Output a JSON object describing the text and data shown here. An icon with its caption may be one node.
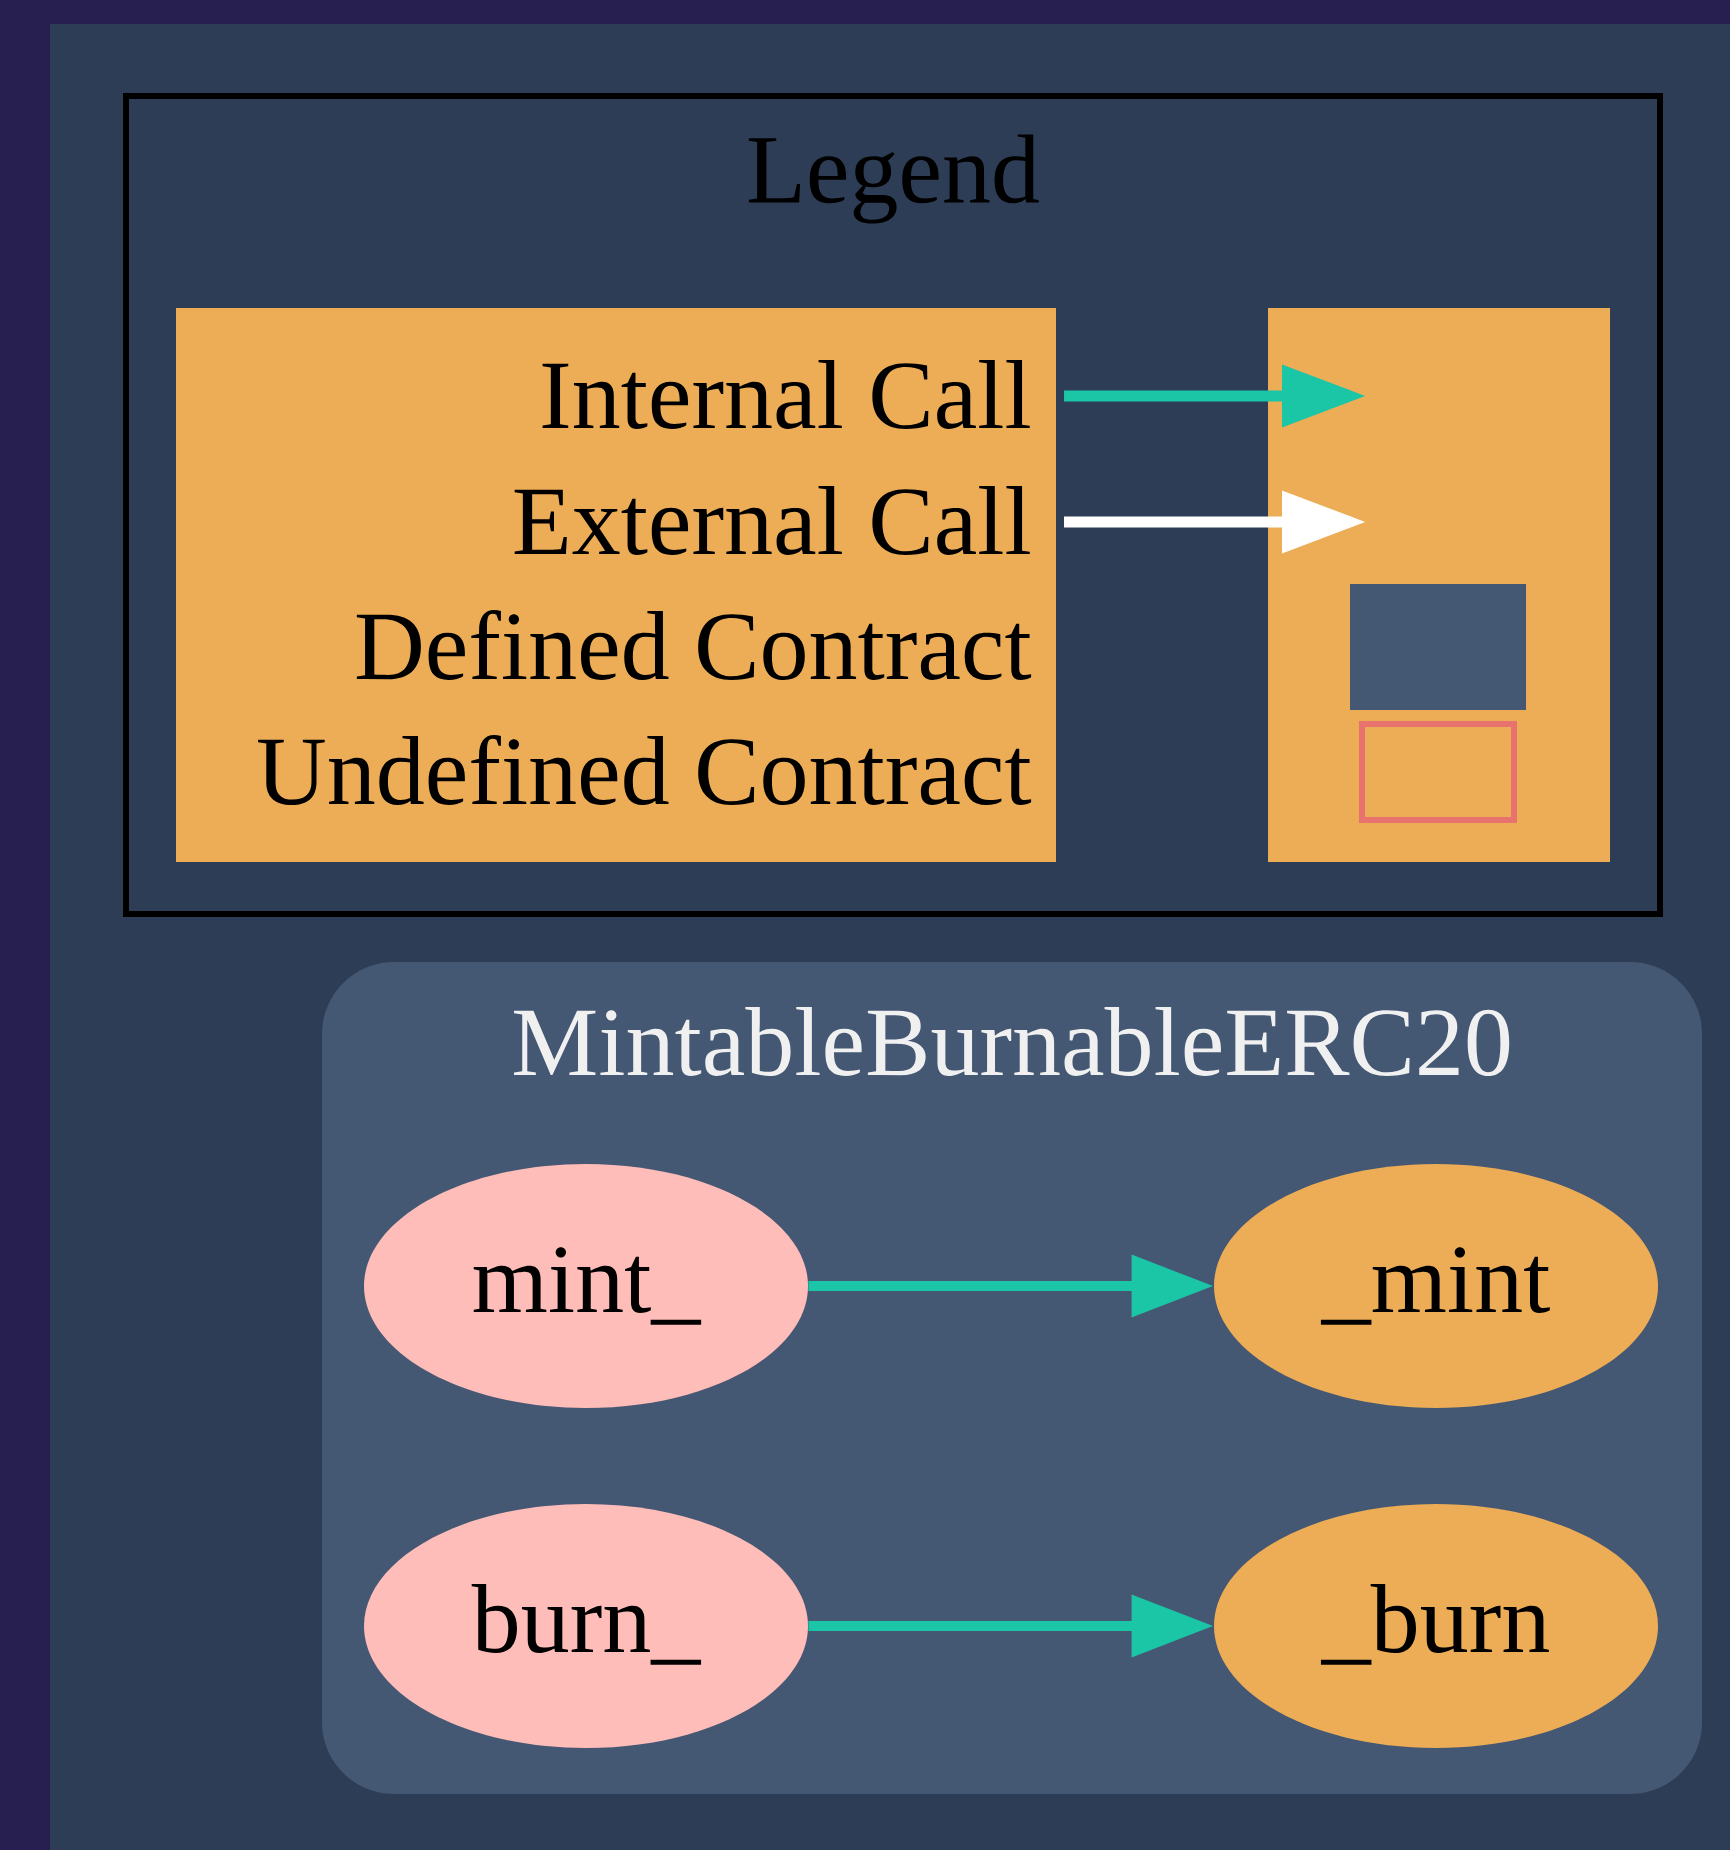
{
  "diagram": {
    "nodes": [
      {
        "text": [
          "Legend"
        ]
      },
      {
        "text": [
          "MintableBurnableERC20"
        ]
      },
      {
        "text": [
          "mint_"
        ],
        "in": 1
      },
      {
        "text": [
          "_mint"
        ],
        "in": 1
      },
      {
        "text": [
          "burn_"
        ],
        "in": 1
      },
      {
        "text": [
          "_burn"
        ],
        "in": 1
      }
    ],
    "edges": [
      {
        "from": 2,
        "to": 3,
        "arrow": "to"
      },
      {
        "from": 4,
        "to": 5,
        "arrow": "to"
      }
    ],
    "legend": [
      {
        "text": "Internal Call"
      },
      {
        "text": "External Call"
      },
      {
        "text": "Defined Contract",
        "color": "#445773"
      },
      {
        "text": "Undefined Contract"
      }
    ]
  }
}
